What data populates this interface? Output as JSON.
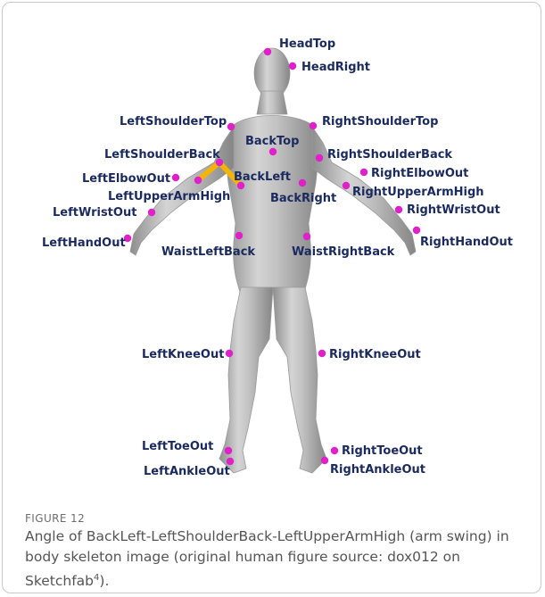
{
  "figure": {
    "label": "FIGURE 12",
    "caption_before_ref": "Angle of BackLeft-LeftShoulderBack-LeftUpperArmHigh (arm swing) in body skeleton image (original human figure source: dox012 on Sketchfab",
    "footnote_ref": "4",
    "caption_after_ref": ")."
  },
  "colors": {
    "marker": "#e020c8",
    "label": "#1a2a5e",
    "angle_highlight": "#f5b400",
    "body_fill": "#bdbdbd"
  },
  "markers": [
    {
      "name": "HeadTop"
    },
    {
      "name": "HeadRight"
    },
    {
      "name": "LeftShoulderTop"
    },
    {
      "name": "RightShoulderTop"
    },
    {
      "name": "BackTop"
    },
    {
      "name": "LeftShoulderBack"
    },
    {
      "name": "RightShoulderBack"
    },
    {
      "name": "BackLeft"
    },
    {
      "name": "LeftElbowOut"
    },
    {
      "name": "RightElbowOut"
    },
    {
      "name": "LeftUpperArmHigh"
    },
    {
      "name": "RightUpperArmHigh"
    },
    {
      "name": "BackRight"
    },
    {
      "name": "LeftWristOut"
    },
    {
      "name": "RightWristOut"
    },
    {
      "name": "LeftHandOut"
    },
    {
      "name": "RightHandOut"
    },
    {
      "name": "WaistLeftBack"
    },
    {
      "name": "WaistRightBack"
    },
    {
      "name": "LeftKneeOut"
    },
    {
      "name": "RightKneeOut"
    },
    {
      "name": "LeftToeOut"
    },
    {
      "name": "RightToeOut"
    },
    {
      "name": "LeftAnkleOut"
    },
    {
      "name": "RightAnkleOut"
    }
  ]
}
